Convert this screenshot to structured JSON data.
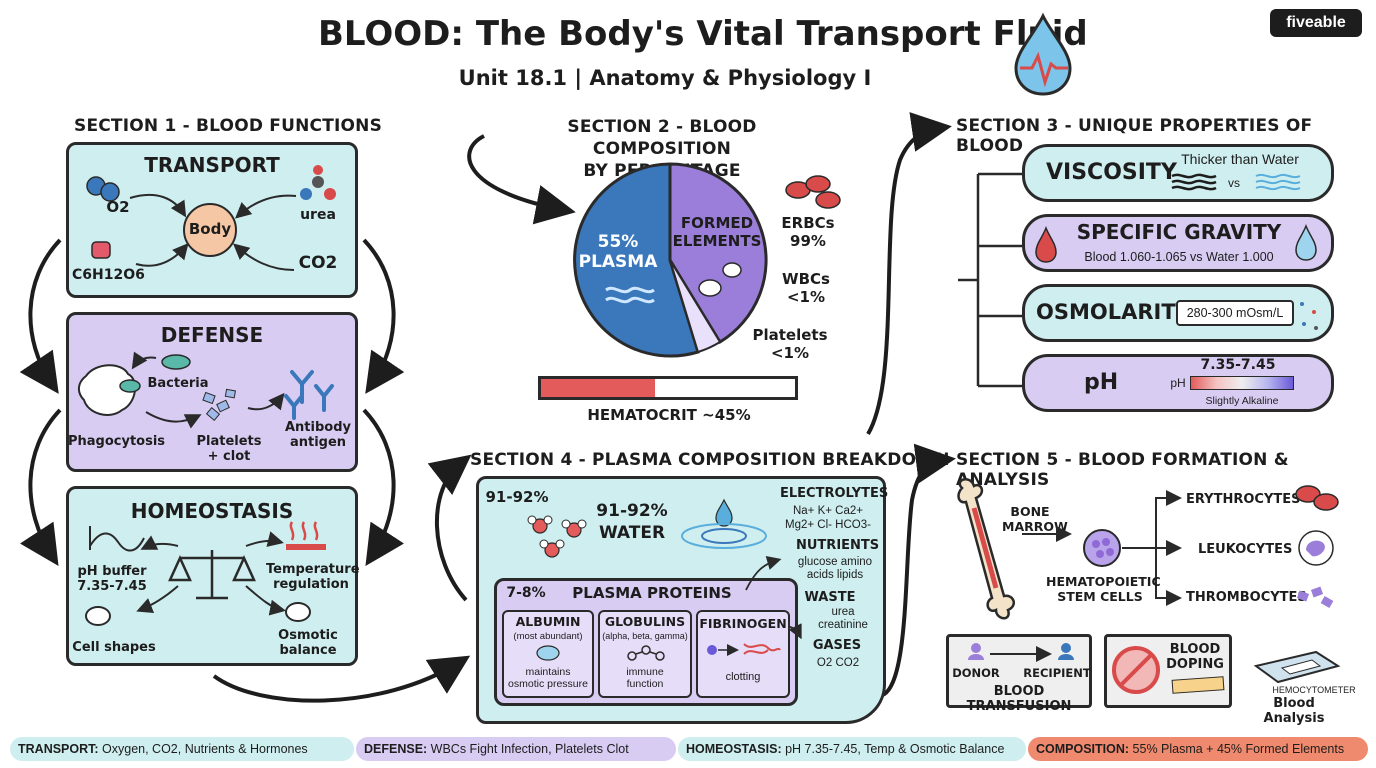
{
  "header": {
    "title": "BLOOD: The Body's Vital Transport Fluid",
    "subtitle": "Unit 18.1 | Anatomy & Physiology I",
    "brand": "fiveable"
  },
  "section1": {
    "heading": "SECTION 1 - BLOOD FUNCTIONS",
    "transport": {
      "title": "TRANSPORT",
      "center": "Body",
      "o2": "O2",
      "urea": "urea",
      "glucose": "C6H12O6",
      "co2": "CO2"
    },
    "defense": {
      "title": "DEFENSE",
      "bacteria": "Bacteria",
      "phagocytosis": "Phagocytosis",
      "platelets": "Platelets\n+ clot",
      "antibody": "Antibody\nantigen"
    },
    "homeostasis": {
      "title": "HOMEOSTASIS",
      "ph_buffer": "pH buffer\n7.35-7.45",
      "temperature": "Temperature\nregulation",
      "cell_shapes": "Cell shapes",
      "osmotic": "Osmotic\nbalance"
    }
  },
  "section2": {
    "heading": "SECTION 2 - BLOOD COMPOSITION\nBY PERCENTAGE",
    "plasma_label": "55%\nPLASMA",
    "formed_label": "FORMED\nELEMENTS",
    "erbc": "ERBCs\n99%",
    "wbc": "WBCs\n<1%",
    "platelets": "Platelets\n<1%",
    "hematocrit": "HEMATOCRIT ~45%",
    "hematocrit_fraction": 0.45
  },
  "section3": {
    "heading": "SECTION 3 - UNIQUE PROPERTIES OF BLOOD",
    "viscosity": {
      "title": "VISCOSITY",
      "desc": "Thicker than Water",
      "vs": "vs"
    },
    "gravity": {
      "title": "SPECIFIC GRAVITY",
      "desc": "Blood 1.060-1.065 vs Water 1.000"
    },
    "osmolarity": {
      "title": "OSMOLARITY",
      "value": "280-300 mOsm/L"
    },
    "ph": {
      "title": "pH",
      "range": "7.35-7.45",
      "scale_label": "pH",
      "note": "Slightly Alkaline"
    }
  },
  "section4": {
    "heading": "SECTION 4 - PLASMA COMPOSITION BREAKDOWN",
    "water_pct": "91-92%",
    "water_label": "91-92%\nWATER",
    "electrolytes": "ELECTROLYTES",
    "ions": "Na+ K+ Ca2+\nMg2+ Cl- HCO3-",
    "nutrients": "NUTRIENTS",
    "nutrients_items": "glucose amino\nacids lipids",
    "waste": "WASTE",
    "waste_items": "urea\ncreatinine",
    "gases": "GASES",
    "gases_items": "O2 CO2",
    "proteins_pct": "7-8%",
    "proteins_title": "PLASMA PROTEINS",
    "albumin": {
      "title": "ALBUMIN",
      "note": "(most abundant)",
      "desc": "maintains\nosmotic pressure"
    },
    "globulins": {
      "title": "GLOBULINS",
      "note": "(alpha, beta, gamma)",
      "desc": "immune\nfunction"
    },
    "fibrinogen": {
      "title": "FIBRINOGEN",
      "desc": "clotting"
    }
  },
  "section5": {
    "heading": "SECTION 5 - BLOOD FORMATION & ANALYSIS",
    "bone_marrow": "BONE\nMARROW",
    "stem_cells": "HEMATOPOIETIC\nSTEM CELLS",
    "erythrocytes": "ERYTHROCYTES",
    "leukocytes": "LEUKOCYTES",
    "thrombocytes": "THROMBOCYTES",
    "donor": "DONOR",
    "recipient": "RECIPIENT",
    "transfusion": "BLOOD TRANSFUSION",
    "doping": "BLOOD\nDOPING",
    "hemocytometer": "HEMOCYTOMETER",
    "analysis": "Blood Analysis"
  },
  "legend": {
    "transport": {
      "key": "TRANSPORT:",
      "text": " Oxygen, CO2, Nutrients & Hormones"
    },
    "defense": {
      "key": "DEFENSE:",
      "text": " WBCs Fight Infection, Platelets Clot"
    },
    "homeostasis": {
      "key": "HOMEOSTASIS:",
      "text": " pH 7.35-7.45, Temp & Osmotic Balance"
    },
    "composition": {
      "key": "COMPOSITION:",
      "text": " 55% Plasma + 45% Formed Elements"
    }
  },
  "colors": {
    "teal": "#cfeef0",
    "lavender": "#d9ccf3",
    "plasma_blue": "#3a78bb",
    "formed_purple": "#9b7ed9",
    "red": "#d94a4a",
    "coral": "#f08a6e"
  }
}
